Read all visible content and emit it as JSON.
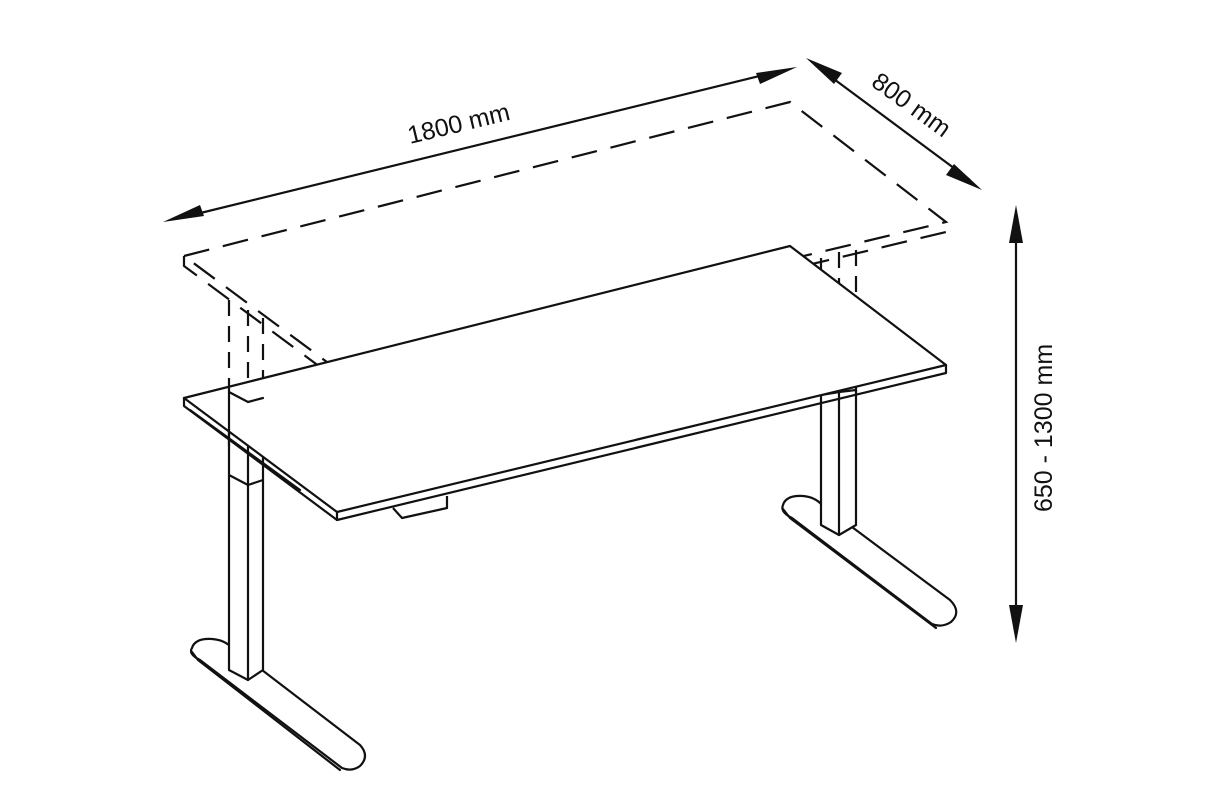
{
  "diagram": {
    "subject": "height-adjustable desk",
    "line_color": "#111111",
    "background": "#ffffff",
    "dimensions": {
      "width": {
        "label": "1800 mm",
        "value_mm": 1800
      },
      "depth": {
        "label": "800 mm",
        "value_mm": 800
      },
      "height_range": {
        "label": "650 - 1300 mm",
        "min_mm": 650,
        "max_mm": 1300
      }
    },
    "states": {
      "lowered": "solid outline",
      "raised": "dashed outline"
    }
  }
}
